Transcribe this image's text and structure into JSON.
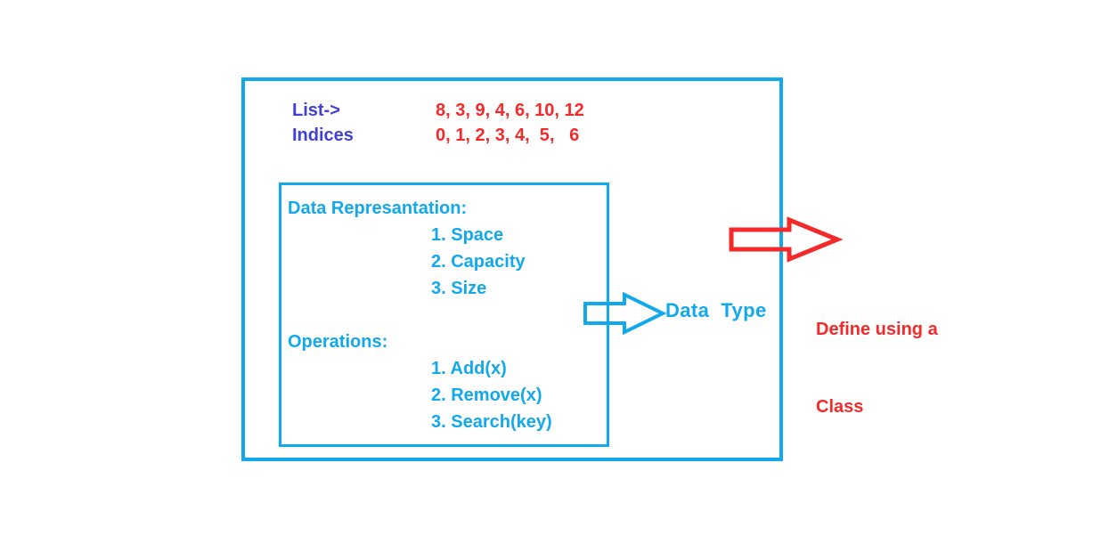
{
  "diagram": {
    "title": "Data Type definition diagram",
    "colors": {
      "blue_stroke": "#12A8EC",
      "blue_text": "#12A8EC",
      "red": "#F42A2A",
      "purple": "#4040D8",
      "background": "#FFFFFF"
    },
    "list_table": {
      "rows": [
        {
          "label": "List->",
          "value": "8, 3, 9, 4, 6, 10, 12"
        },
        {
          "label": "Indices",
          "value": "0, 1, 2, 3, 4,  5,   6"
        }
      ]
    },
    "inner_box": {
      "sections": [
        {
          "heading": "Data Represantation:",
          "items": [
            "1. Space",
            "2. Capacity",
            "3. Size"
          ]
        },
        {
          "heading": "Operations:",
          "items": [
            "1. Add(x)",
            "2. Remove(x)",
            "3. Search(key)"
          ]
        }
      ]
    },
    "arrows": [
      {
        "name": "blue-block-arrow",
        "color": "#12A8EC",
        "direction": "right",
        "caption": "Data  Type"
      },
      {
        "name": "red-block-arrow",
        "color": "#F42A2A",
        "direction": "right",
        "caption_line_1": "Define using a",
        "caption_line_2": "Class"
      }
    ]
  }
}
